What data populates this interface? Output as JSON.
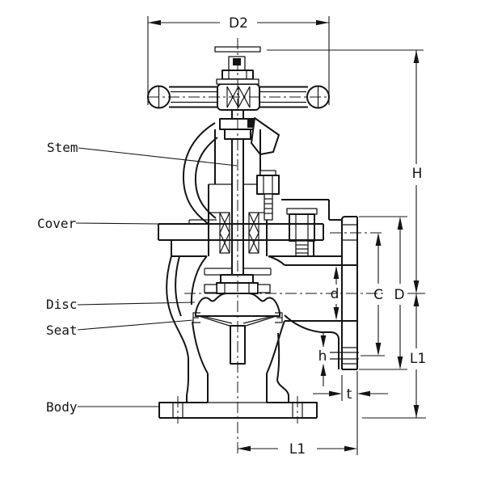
{
  "parts": {
    "stem": "Stem",
    "cover": "Cover",
    "disc": "Disc",
    "seat": "Seat",
    "body": "Body"
  },
  "dims": {
    "handwheel_diameter": "D2",
    "overall_height": "H",
    "bolt_circle": "C",
    "flange_diameter": "D",
    "bore_diameter": "d",
    "bolt_hole_diameter": "h",
    "flange_thickness": "t",
    "center_to_face_side": "L1",
    "center_to_face_bottom": "L1"
  },
  "colors": {
    "ink": "#141414",
    "paper": "#ffffff"
  }
}
